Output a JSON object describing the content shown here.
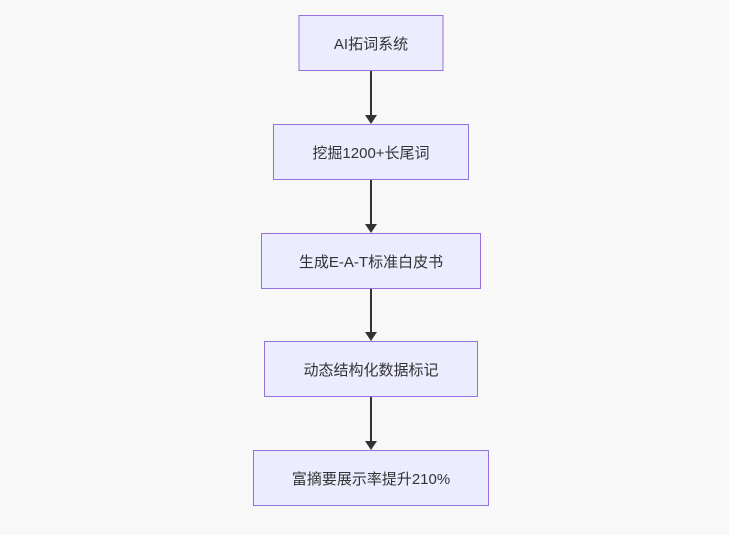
{
  "diagram": {
    "type": "flowchart",
    "direction": "top-down",
    "nodes": [
      {
        "id": "A",
        "label": "AI拓词系统"
      },
      {
        "id": "B",
        "label": "挖掘1200+长尾词"
      },
      {
        "id": "C",
        "label": "生成E-A-T标准白皮书"
      },
      {
        "id": "D",
        "label": "动态结构化数据标记"
      },
      {
        "id": "E",
        "label": "富摘要展示率提升210%"
      }
    ],
    "edges": [
      {
        "from": "A",
        "to": "B",
        "label": ""
      },
      {
        "from": "B",
        "to": "C",
        "label": ""
      },
      {
        "from": "C",
        "to": "D",
        "label": ""
      },
      {
        "from": "D",
        "to": "E",
        "label": ""
      }
    ],
    "style": {
      "background": "#f8f8f8",
      "node_fill": "#ECECFF",
      "node_border": "#9370DB",
      "node_text_color": "#333333",
      "arrow_color": "#333333"
    }
  }
}
